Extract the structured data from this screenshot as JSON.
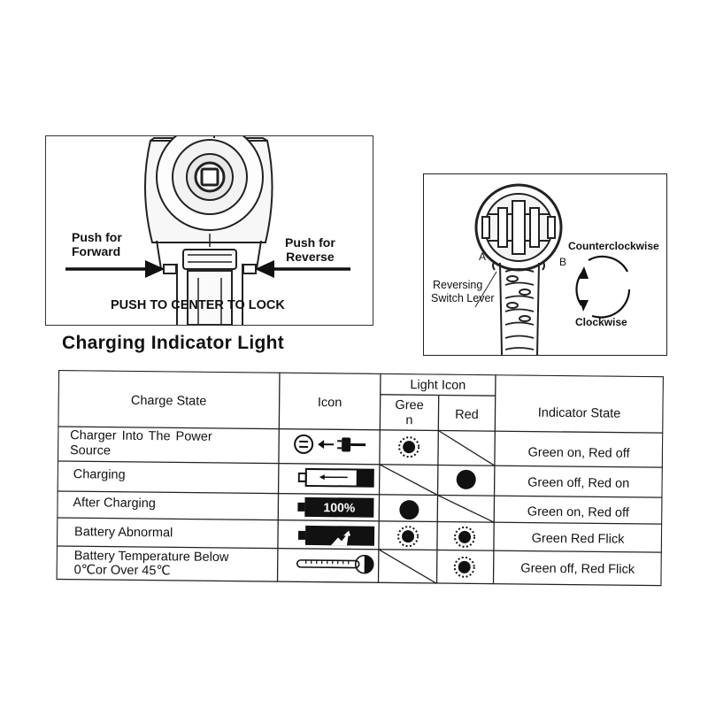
{
  "figure_forward_reverse": {
    "label_forward": [
      "Push for",
      "Forward"
    ],
    "label_reverse": [
      "Push for",
      "Reverse"
    ],
    "label_lock": "PUSH TO CENTER TO LOCK"
  },
  "figure_rotation": {
    "label_a": "A",
    "label_b": "B",
    "label_counterclockwise": "Counterclockwise",
    "label_clockwise": "Clockwise",
    "label_lever": [
      "Reversing",
      "Switch Lever"
    ]
  },
  "section_title": "Charging Indicator Light",
  "table": {
    "headers": {
      "charge_state": "Charge State",
      "icon": "Icon",
      "light_icon": "Light Icon",
      "green": [
        "Gree",
        "n"
      ],
      "red": "Red",
      "indicator_state": "Indicator State"
    },
    "rows": [
      {
        "state": [
          "Charger  Into  The  Power",
          "Source"
        ],
        "icon": "plug-into-outlet-icon",
        "green": "flashing",
        "red": "none",
        "indicator": "Green on, Red off"
      },
      {
        "state": [
          "Charging"
        ],
        "icon": "battery-charging-icon",
        "green": "none",
        "red": "solid",
        "indicator": "Green off, Red on"
      },
      {
        "state": [
          "After Charging"
        ],
        "icon": "battery-full-icon",
        "icon_text": "100%",
        "green": "solid",
        "red": "none",
        "indicator": "Green on, Red off"
      },
      {
        "state": [
          "Battery Abnormal"
        ],
        "icon": "battery-abnormal-icon",
        "green": "flashing",
        "red": "flashing",
        "indicator": "Green Red Flick"
      },
      {
        "state": [
          "Battery Temperature Below",
          "0℃or Over 45℃"
        ],
        "icon": "thermometer-icon",
        "green": "none",
        "red": "flashing",
        "indicator": "Green off, Red Flick"
      }
    ]
  }
}
